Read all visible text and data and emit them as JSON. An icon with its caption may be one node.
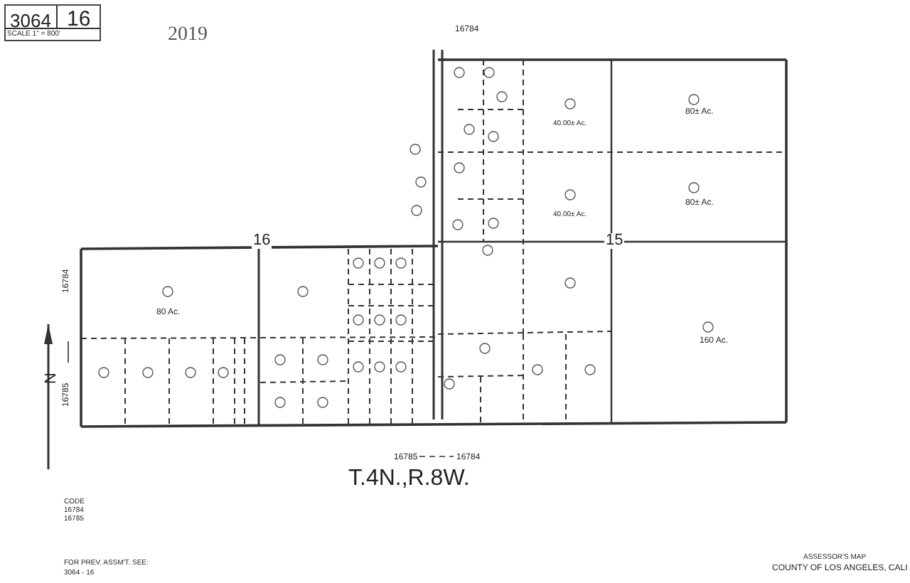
{
  "diagram": {
    "labels": [
      "3064",
      "16",
      "SCALE 1\" = 800'",
      "2019",
      "16784",
      "16",
      "15",
      "40.00± Ac.",
      "80± Ac.",
      "40.00± Ac.",
      "80± Ac.",
      "80 Ac.",
      "160 Ac.",
      "N",
      "16784",
      "16785",
      "16785",
      "16784",
      "T.4N.,R.8W.",
      "CODE",
      "16784",
      "16785",
      "FOR PREV. ASSM'T. SEE:",
      "3064 - 16",
      "ASSESSOR'S MAP",
      "COUNTY OF LOS ANGELES, CALI"
    ]
  }
}
